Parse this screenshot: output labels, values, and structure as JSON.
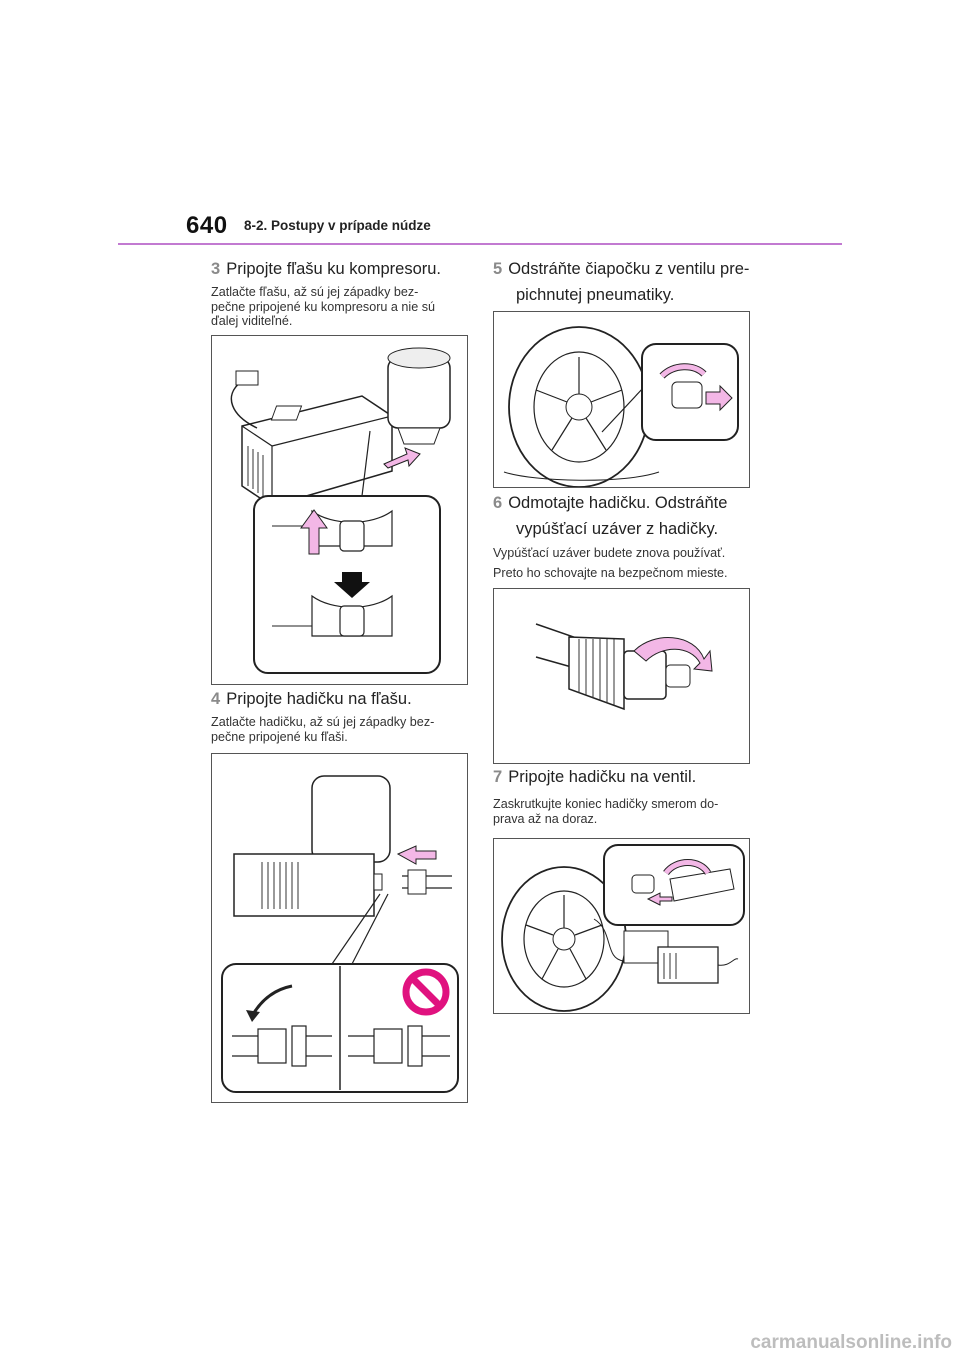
{
  "header": {
    "page_number": "640",
    "section": "8-2. Postupy v prípade núdze"
  },
  "steps": [
    {
      "num": "3",
      "title_1": "Pripojte fľašu ku kompresoru.",
      "note_lines": [
        "Zatlačte fľašu, až sú jej západky bez-",
        "pečne pripojené ku kompresoru a nie sú",
        "ďalej viditeľné."
      ]
    },
    {
      "num": "4",
      "title_1": "Pripojte hadičku na fľašu.",
      "note_lines": [
        "Zatlačte hadičku, až sú jej západky bez-",
        "pečne pripojené ku fľaši."
      ]
    },
    {
      "num": "5",
      "title_1": "Odstráňte čiapočku z ventilu pre-",
      "title_2": "pichnutej pneumatiky."
    },
    {
      "num": "6",
      "title_1": "Odmotajte hadičku. Odstráňte",
      "title_2": "vypúšťací uzáver z hadičky.",
      "note_lines": [
        "Vypúšťací uzáver budete znova používať.",
        "Preto ho schovajte na bezpečnom mieste."
      ]
    },
    {
      "num": "7",
      "title_1": "Pripojte hadičku na ventil.",
      "note_lines": [
        "Zaskrutkujte koniec hadičky smerom do-",
        "prava až na doraz."
      ]
    }
  ],
  "colors": {
    "accent": "#c27ad1",
    "arrow_pink": "#f3b7e6"
  },
  "watermark": "carmanualsonline.info"
}
